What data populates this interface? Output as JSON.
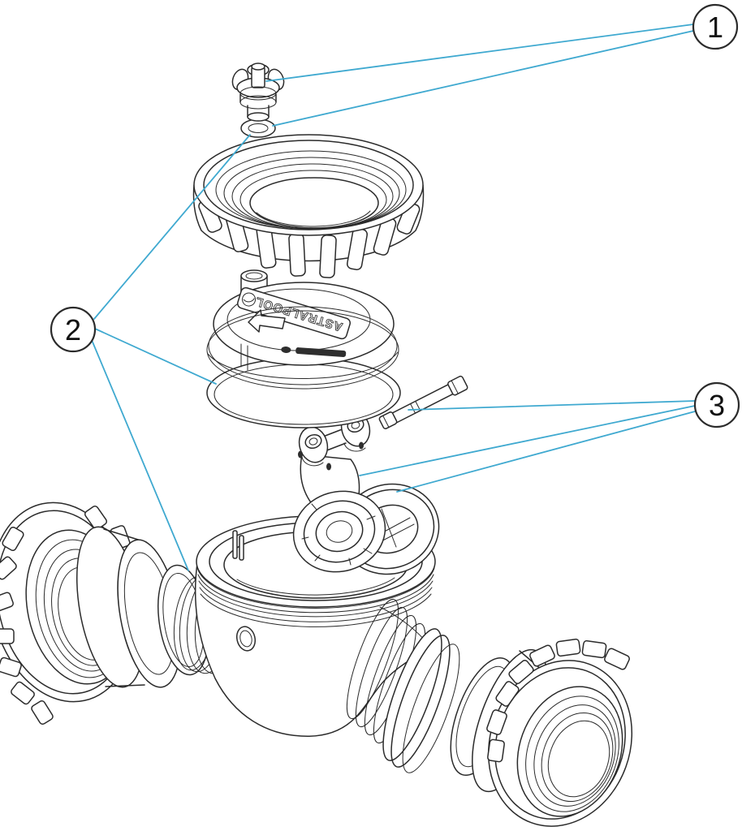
{
  "diagram": {
    "kind": "exploded-parts-diagram",
    "subject": "swing check valve with union connections",
    "background": "#ffffff",
    "line_color": "#2b2b2b",
    "leader_color": "#3FA9D0"
  },
  "branding": {
    "label": "ASTRALPOOL"
  },
  "callouts": [
    {
      "label": "1",
      "parts": [
        "purge-plug-knob",
        "purge-plug-o-ring"
      ]
    },
    {
      "label": "2",
      "parts": [
        "purge-plug-o-ring",
        "lid-o-ring",
        "left-union-o-ring"
      ]
    },
    {
      "label": "3",
      "parts": [
        "hinge-pin",
        "clapper",
        "clapper-seat-ring"
      ]
    }
  ],
  "parts": [
    "purge-plug",
    "purge-plug-o-ring",
    "lid-nut",
    "lid",
    "lid-o-ring",
    "hinge-pin",
    "pin-clip",
    "clapper",
    "clapper-seat-ring",
    "valve-body",
    "left-union-nut",
    "left-union-sleeve",
    "left-union-o-ring",
    "right-union-o-ring",
    "right-union-sleeve",
    "right-union-nut"
  ]
}
